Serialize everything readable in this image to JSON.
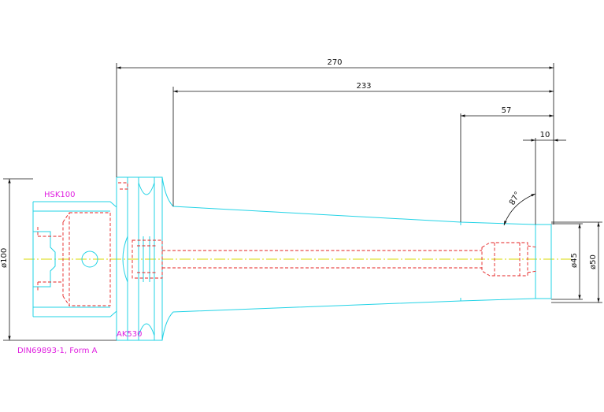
{
  "colors": {
    "background": "#ffffff",
    "outline": "#22d3e6",
    "hidden_lines": "#e52222",
    "centerline": "#d8d800",
    "dimension": "#111111",
    "label": "#e020e0"
  },
  "labels": {
    "interface": "HSK100",
    "clamping_ring": "AK530",
    "standard": "DIN69893-1, Form A"
  },
  "dimensions": {
    "overall_length": "270",
    "taper_length": "233",
    "nose_length": "57",
    "tip_length": "10",
    "taper_angle": "87°",
    "flange_diameter": "ø100",
    "bore_diameter": "ø45",
    "nose_diameter": "ø50"
  }
}
